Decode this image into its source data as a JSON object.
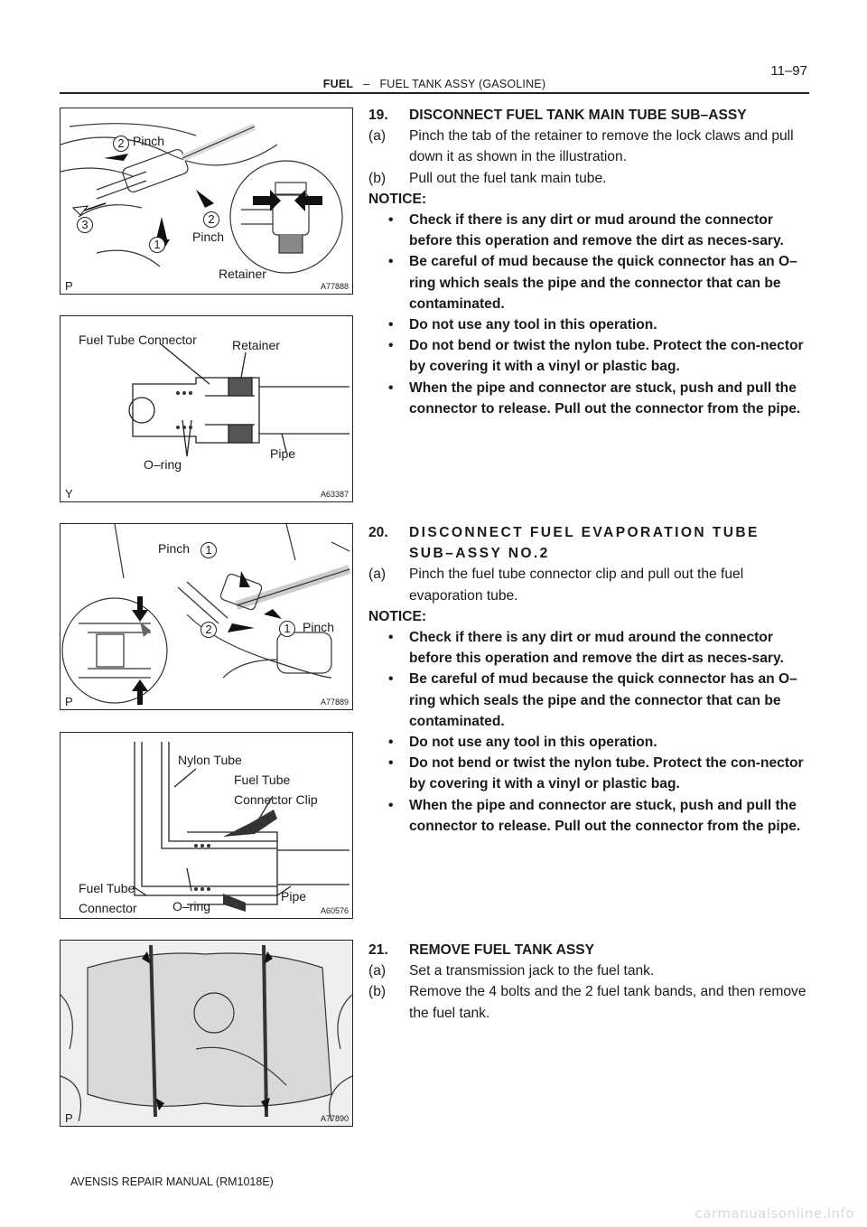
{
  "header": {
    "section": "FUEL",
    "separator": "–",
    "subtitle": "FUEL TANK ASSY (GASOLINE)",
    "page_number": "11–97"
  },
  "footer": {
    "text": "AVENSIS REPAIR MANUAL   (RM1018E)"
  },
  "figures": {
    "fig1": {
      "code": "A77888",
      "corner": "P",
      "labels": {
        "pinch_top": "Pinch",
        "pinch_mid": "Pinch",
        "retainer": "Retainer"
      },
      "numbers": {
        "n2a": "2",
        "n2b": "2",
        "n3": "3",
        "n1": "1"
      }
    },
    "fig2": {
      "code": "A63387",
      "corner": "Y",
      "labels": {
        "connector": "Fuel Tube Connector",
        "retainer": "Retainer",
        "oring": "O–ring",
        "pipe": "Pipe"
      }
    },
    "fig3": {
      "code": "A77889",
      "corner": "P",
      "labels": {
        "pinch_top": "Pinch",
        "pinch_right": "Pinch"
      },
      "numbers": {
        "n1a": "1",
        "n2": "2",
        "n1b": "1"
      }
    },
    "fig4": {
      "code": "A60576",
      "labels": {
        "nylon": "Nylon Tube",
        "clip1": "Fuel Tube",
        "clip2": "Connector Clip",
        "conn1": "Fuel Tube",
        "conn2": "Connector",
        "oring": "O–ring",
        "pipe": "Pipe"
      }
    },
    "fig5": {
      "code": "A77890",
      "corner": "P"
    }
  },
  "step19": {
    "num": "19.",
    "title": "DISCONNECT FUEL TANK MAIN TUBE SUB–ASSY",
    "a_label": "(a)",
    "a_text": "Pinch the tab of the retainer to remove the lock claws and pull down it as shown in the illustration.",
    "b_label": "(b)",
    "b_text": "Pull out the fuel tank main tube.",
    "notice": "NOTICE:",
    "bullets": [
      "Check if there is any dirt or mud around the connector before this operation and remove the dirt as neces-sary.",
      "Be careful of mud because the quick connector has an O–ring which seals the pipe and the connector that can be contaminated.",
      "Do not use any tool in this operation.",
      "Do not bend or twist the nylon tube. Protect the con-nector by covering it with a vinyl or plastic bag.",
      "When the pipe and connector are stuck, push and pull the connector to release. Pull out the connector from the pipe."
    ]
  },
  "step20": {
    "num": "20.",
    "title": "DISCONNECT FUEL EVAPORATION TUBE SUB–ASSY NO.2",
    "a_label": "(a)",
    "a_text": "Pinch the fuel tube connector clip and pull out the fuel evaporation tube.",
    "notice": "NOTICE:",
    "bullets": [
      "Check if there is any dirt or mud around the connector before this operation and remove the dirt as neces-sary.",
      "Be careful of mud because the quick connector has an O–ring which seals the pipe and the connector that can be contaminated.",
      "Do not use any tool in this operation.",
      "Do not bend or twist the nylon tube. Protect the con-nector by covering it with a vinyl or plastic bag.",
      "When the pipe and connector are stuck, push and pull the connector to release. Pull out the connector from the pipe."
    ]
  },
  "step21": {
    "num": "21.",
    "title": "REMOVE FUEL TANK ASSY",
    "a_label": "(a)",
    "a_text": "Set a transmission jack to the fuel tank.",
    "b_label": "(b)",
    "b_text": "Remove the 4 bolts and the 2 fuel tank bands, and then remove the fuel tank."
  },
  "bullet_char": "•",
  "watermark": "carmanualsonline.info"
}
